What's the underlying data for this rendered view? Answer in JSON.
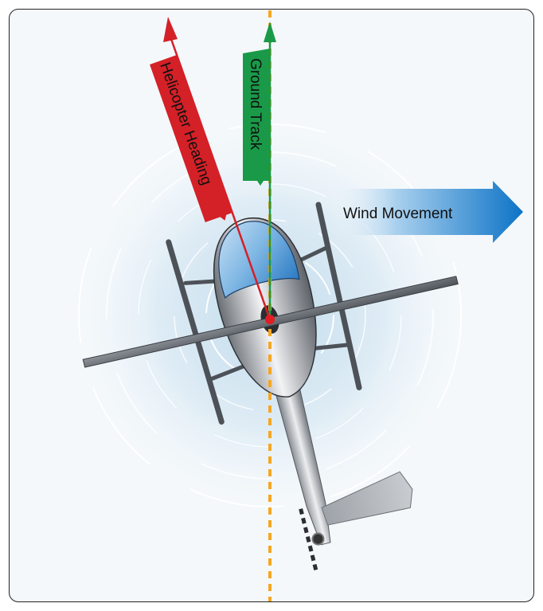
{
  "diagram": {
    "labels": {
      "heading": "Helicopter Heading",
      "ground_track": "Ground Track",
      "wind": "Wind Movement"
    },
    "colors": {
      "heading": "#d42027",
      "ground_track": "#1a9a48",
      "wind": "#1677c8",
      "center_line": "#f5a623",
      "background": "#f4f8fb"
    }
  }
}
